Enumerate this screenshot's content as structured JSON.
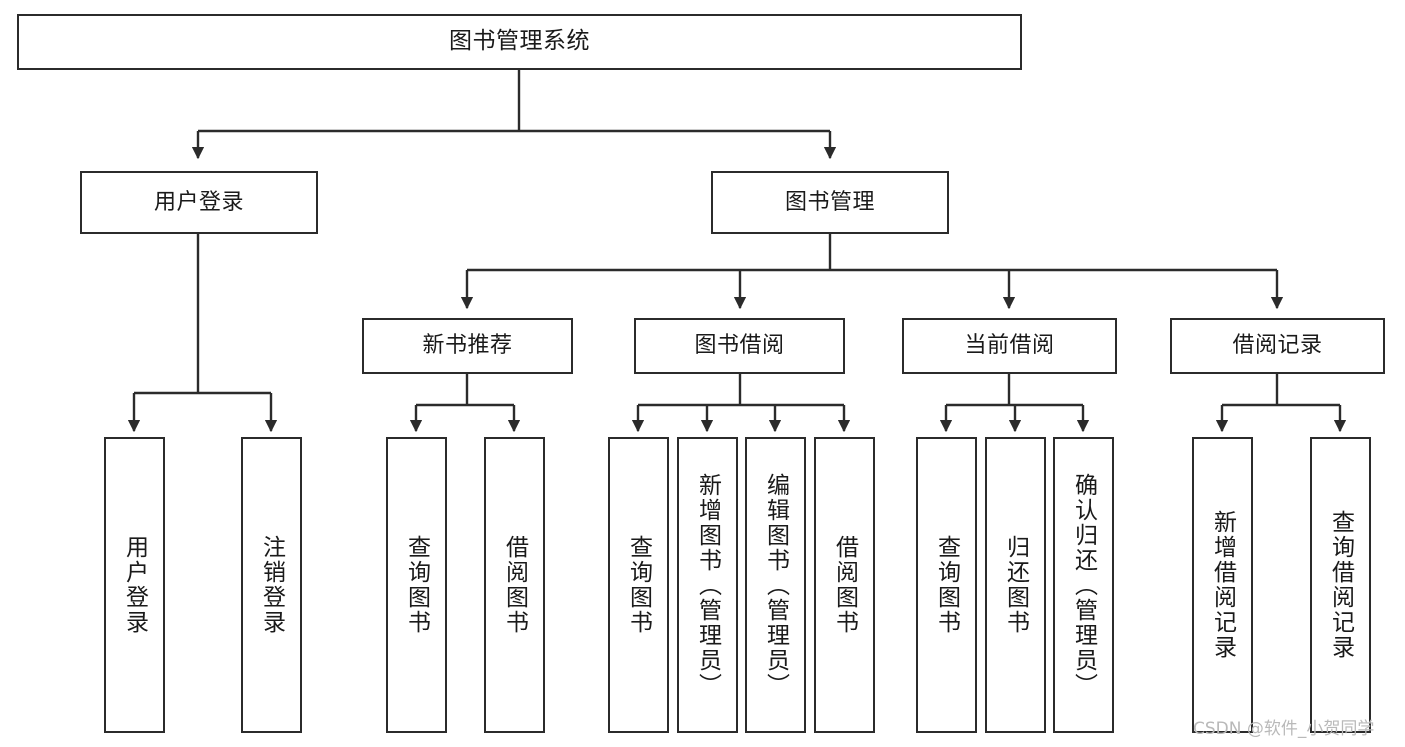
{
  "diagram": {
    "title": "图书管理系统",
    "type": "tree-hierarchy",
    "watermark": "CSDN @软件_小贺同学",
    "colors": {
      "box_border": "#2b2b2b",
      "box_fill": "#ffffff",
      "edge": "#2b2b2b",
      "text": "#1a1a1a",
      "watermark": "#b9b9b9",
      "background": "#ffffff"
    }
  },
  "nodes": {
    "root": {
      "label": "图书管理系统"
    },
    "level1": [
      {
        "id": "user-login",
        "label": "用户登录"
      },
      {
        "id": "book-manage",
        "label": "图书管理"
      }
    ],
    "level2": [
      {
        "id": "new-book-recommend",
        "label": "新书推荐"
      },
      {
        "id": "book-borrow",
        "label": "图书借阅"
      },
      {
        "id": "current-borrow",
        "label": "当前借阅"
      },
      {
        "id": "borrow-record",
        "label": "借阅记录"
      }
    ],
    "leaves": {
      "user-login": [
        {
          "id": "leaf-user-login",
          "label": "用户登录"
        },
        {
          "id": "leaf-logout",
          "label": "注销登录"
        }
      ],
      "new-book-recommend": [
        {
          "id": "leaf-query-book-1",
          "label": "查询图书"
        },
        {
          "id": "leaf-borrow-book-1",
          "label": "借阅图书"
        }
      ],
      "book-borrow": [
        {
          "id": "leaf-query-book-2",
          "label": "查询图书"
        },
        {
          "id": "leaf-add-book",
          "label": "新增图书（管理员）"
        },
        {
          "id": "leaf-edit-book",
          "label": "编辑图书（管理员）"
        },
        {
          "id": "leaf-borrow-book-2",
          "label": "借阅图书"
        }
      ],
      "current-borrow": [
        {
          "id": "leaf-query-book-3",
          "label": "查询图书"
        },
        {
          "id": "leaf-return-book",
          "label": "归还图书"
        },
        {
          "id": "leaf-confirm-return",
          "label": "确认归还（管理员）"
        }
      ],
      "borrow-record": [
        {
          "id": "leaf-add-record",
          "label": "新增借阅记录"
        },
        {
          "id": "leaf-query-record",
          "label": "查询借阅记录"
        }
      ]
    }
  }
}
